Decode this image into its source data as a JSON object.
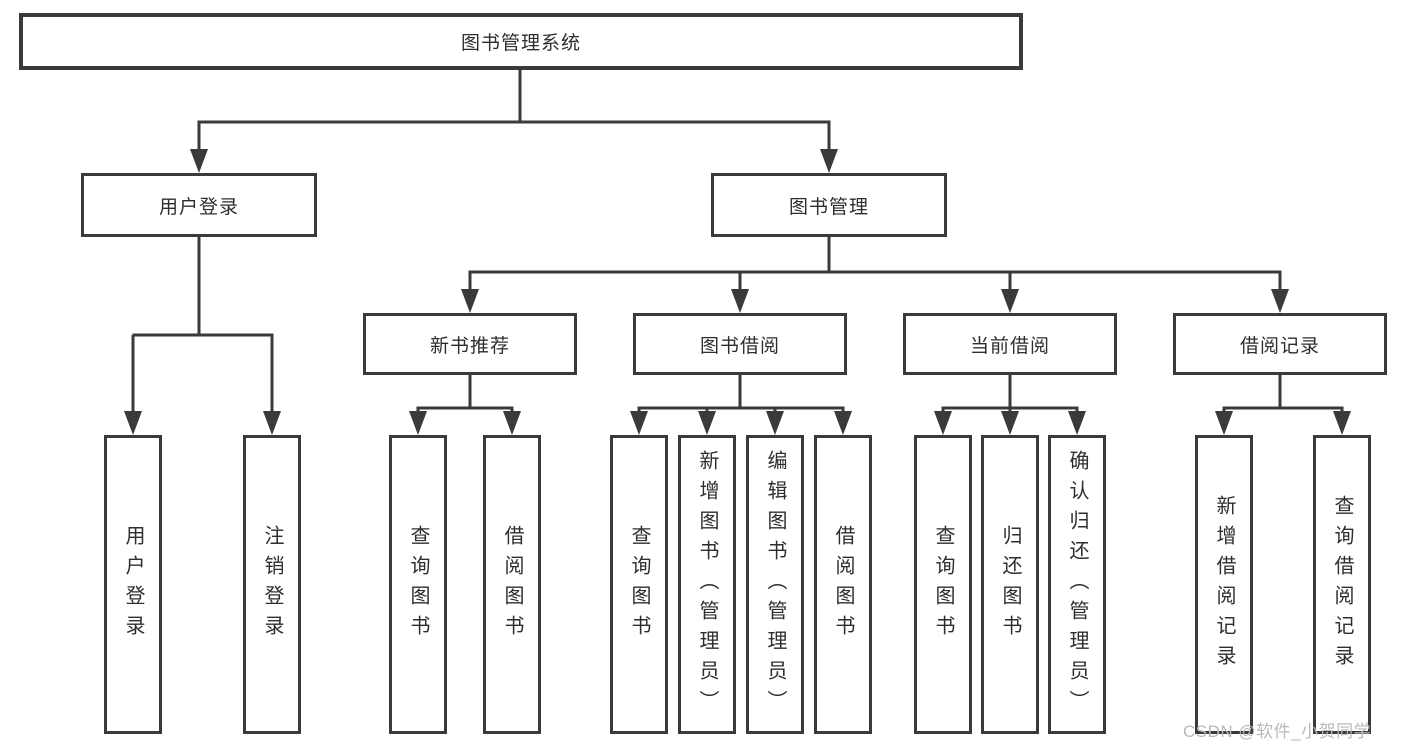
{
  "colors": {
    "line": "#3a3a3a",
    "box_border": "#3a3a3a",
    "box_background": "#ffffff",
    "text": "#2e2e2e",
    "watermark_text": "#b9b9b9"
  },
  "watermark": {
    "text": "CSDN @软件_小贺同学"
  },
  "tree": {
    "root": {
      "label": "图书管理系统",
      "children": [
        {
          "label": "用户登录",
          "children": [
            {
              "label": "用户登录"
            },
            {
              "label": "注销登录"
            }
          ]
        },
        {
          "label": "图书管理",
          "children": [
            {
              "label": "新书推荐",
              "children": [
                {
                  "label": "查询图书"
                },
                {
                  "label": "借阅图书"
                }
              ]
            },
            {
              "label": "图书借阅",
              "children": [
                {
                  "label": "查询图书"
                },
                {
                  "label": "新增图书（管理员）"
                },
                {
                  "label": "编辑图书（管理员）"
                },
                {
                  "label": "借阅图书"
                }
              ]
            },
            {
              "label": "当前借阅",
              "children": [
                {
                  "label": "查询图书"
                },
                {
                  "label": "归还图书"
                },
                {
                  "label": "确认归还（管理员）"
                }
              ]
            },
            {
              "label": "借阅记录",
              "children": [
                {
                  "label": "新增借阅记录"
                },
                {
                  "label": "查询借阅记录"
                }
              ]
            }
          ]
        }
      ]
    }
  }
}
